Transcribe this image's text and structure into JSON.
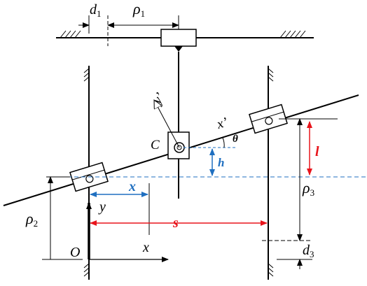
{
  "colors": {
    "line": "#000000",
    "red": "#e8141b",
    "blue": "#1f6fc0"
  },
  "labels": {
    "d1": {
      "base": "d",
      "sub": "1"
    },
    "rho1": {
      "base": "ρ",
      "sub": "1"
    },
    "rho2": {
      "base": "ρ",
      "sub": "2"
    },
    "rho3": {
      "base": "ρ",
      "sub": "3"
    },
    "d3": {
      "base": "d",
      "sub": "3"
    },
    "y_prime": "y’",
    "x_prime": "x’",
    "theta": "θ",
    "C": "C",
    "h": "h",
    "l": "l",
    "x_dim": "x",
    "y_axis": "y",
    "s": "s",
    "O": "O",
    "x_axis": "x"
  }
}
